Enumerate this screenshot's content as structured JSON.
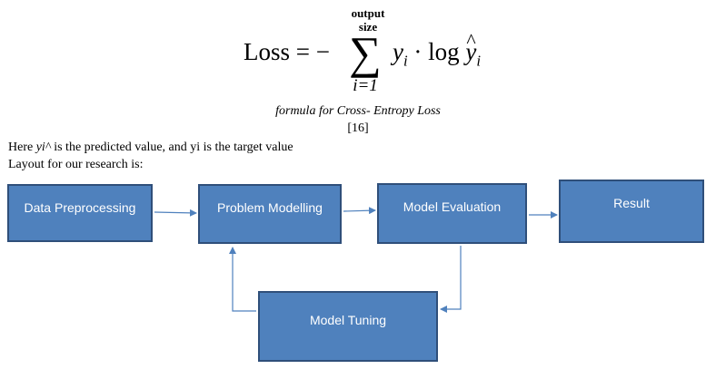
{
  "formula": {
    "lhs": "Loss",
    "upper_line1": "output",
    "upper_line2": "size",
    "lower": "i=1",
    "caption": "formula for Cross- Entropy Loss",
    "reference": "[16]"
  },
  "text": {
    "line1_prefix": "Here ",
    "line1_predicted": "yi^",
    "line1_middle": " is the predicted value, and ",
    "line1_target": "yi",
    "line1_suffix": " is the target value",
    "line2": "Layout for our research is:"
  },
  "diagram": {
    "nodes": {
      "data_preprocessing": "Data Preprocessing",
      "problem_modelling": "Problem Modelling",
      "model_evaluation": "Model Evaluation",
      "result": "Result",
      "model_tuning": "Model Tuning"
    },
    "edges": [
      [
        "Data Preprocessing",
        "Problem Modelling"
      ],
      [
        "Problem Modelling",
        "Model Evaluation"
      ],
      [
        "Model Evaluation",
        "Result"
      ],
      [
        "Model Evaluation",
        "Model Tuning"
      ],
      [
        "Model Tuning",
        "Problem Modelling"
      ]
    ],
    "colors": {
      "box_fill": "#4f81bd",
      "box_border": "#2f4f7a",
      "arrow": "#4f81bd"
    }
  }
}
